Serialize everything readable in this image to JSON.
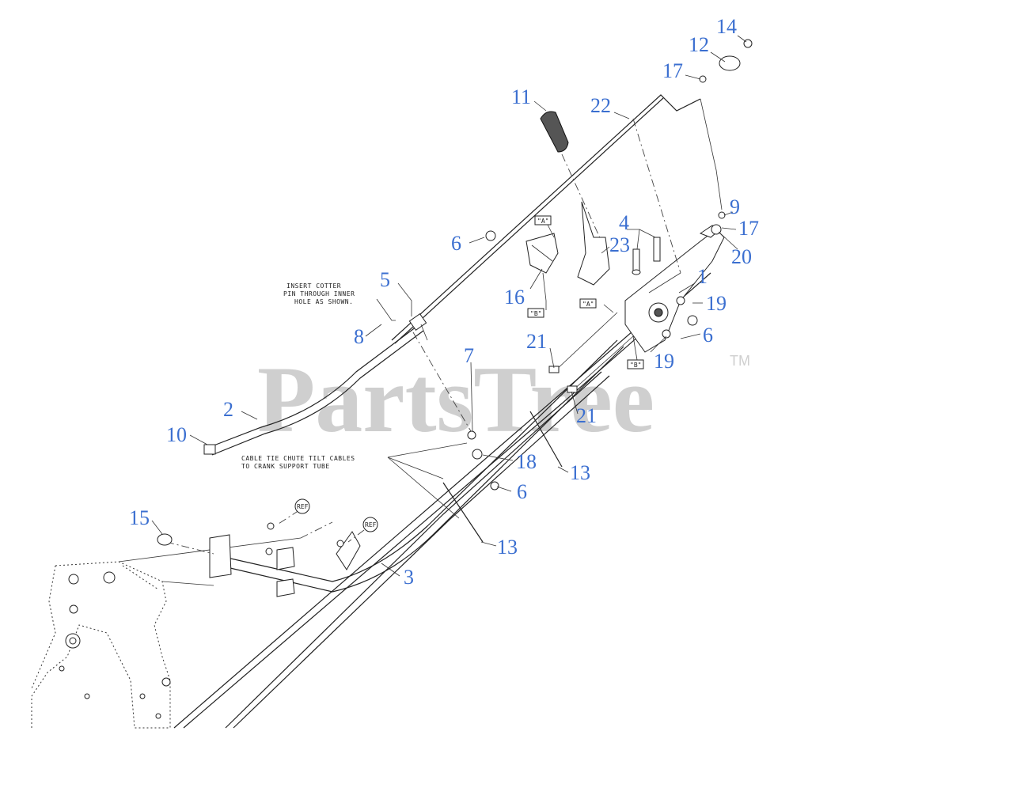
{
  "watermark": {
    "text": "PartsTree",
    "trademark": "TM"
  },
  "notes": {
    "cotter": [
      "INSERT COTTER",
      "PIN THROUGH INNER",
      "HOLE AS SHOWN."
    ],
    "cable_tie": [
      "CABLE TIE CHUTE TILT CABLES",
      "TO CRANK SUPPORT TUBE"
    ]
  },
  "tags": {
    "a": "\"A\"",
    "b": "\"B\"",
    "ref": "REF"
  },
  "callouts": {
    "c14": "14",
    "c12": "12",
    "c17a": "17",
    "c11": "11",
    "c22": "22",
    "c9": "9",
    "c17b": "17",
    "c20": "20",
    "c4": "4",
    "c23": "23",
    "c6a": "6",
    "c5": "5",
    "c16": "16",
    "c1": "1",
    "c19a": "19",
    "c6b": "6",
    "c19b": "19",
    "c8": "8",
    "c7": "7",
    "c21a": "21",
    "c21b": "21",
    "c2": "2",
    "c10": "10",
    "c18": "18",
    "c13a": "13",
    "c6c": "6",
    "c15": "15",
    "c13b": "13",
    "c3": "3"
  }
}
